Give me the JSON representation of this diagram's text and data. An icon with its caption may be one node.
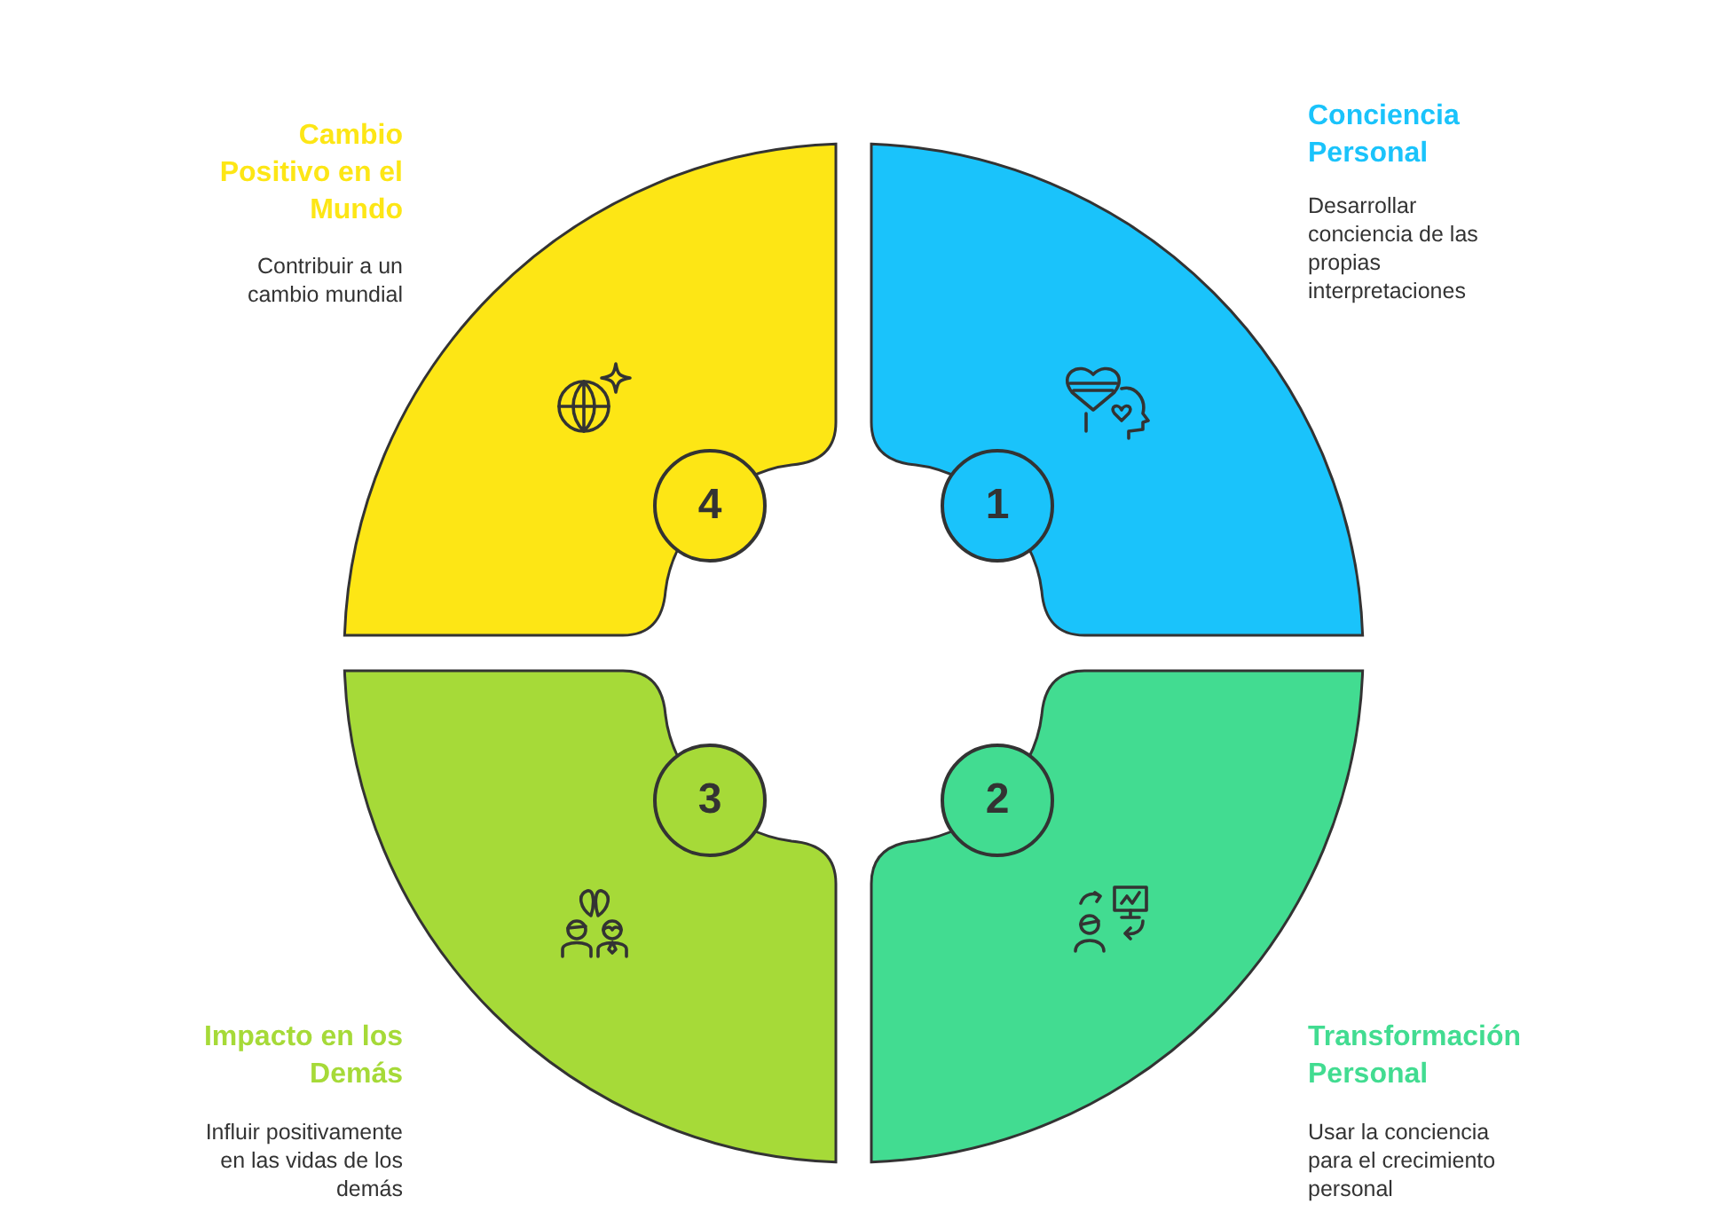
{
  "diagram": {
    "nodes": [
      {
        "text": [
          "1"
        ],
        "beside": [
          "Conciencia Personal",
          "Desarrollar conciencia de las propias interpretaciones"
        ]
      },
      {
        "text": [
          "2"
        ],
        "beside": [
          "Transformación Personal",
          "Usar la conciencia para el crecimiento personal"
        ]
      },
      {
        "text": [
          "3"
        ],
        "beside": [
          "Impacto en los Demás",
          "Influir positivamente en las vidas de los demás"
        ]
      },
      {
        "text": [
          "4"
        ],
        "beside": [
          "Cambio Positivo en el Mundo",
          "Contribuir a un cambio mundial"
        ]
      }
    ]
  }
}
